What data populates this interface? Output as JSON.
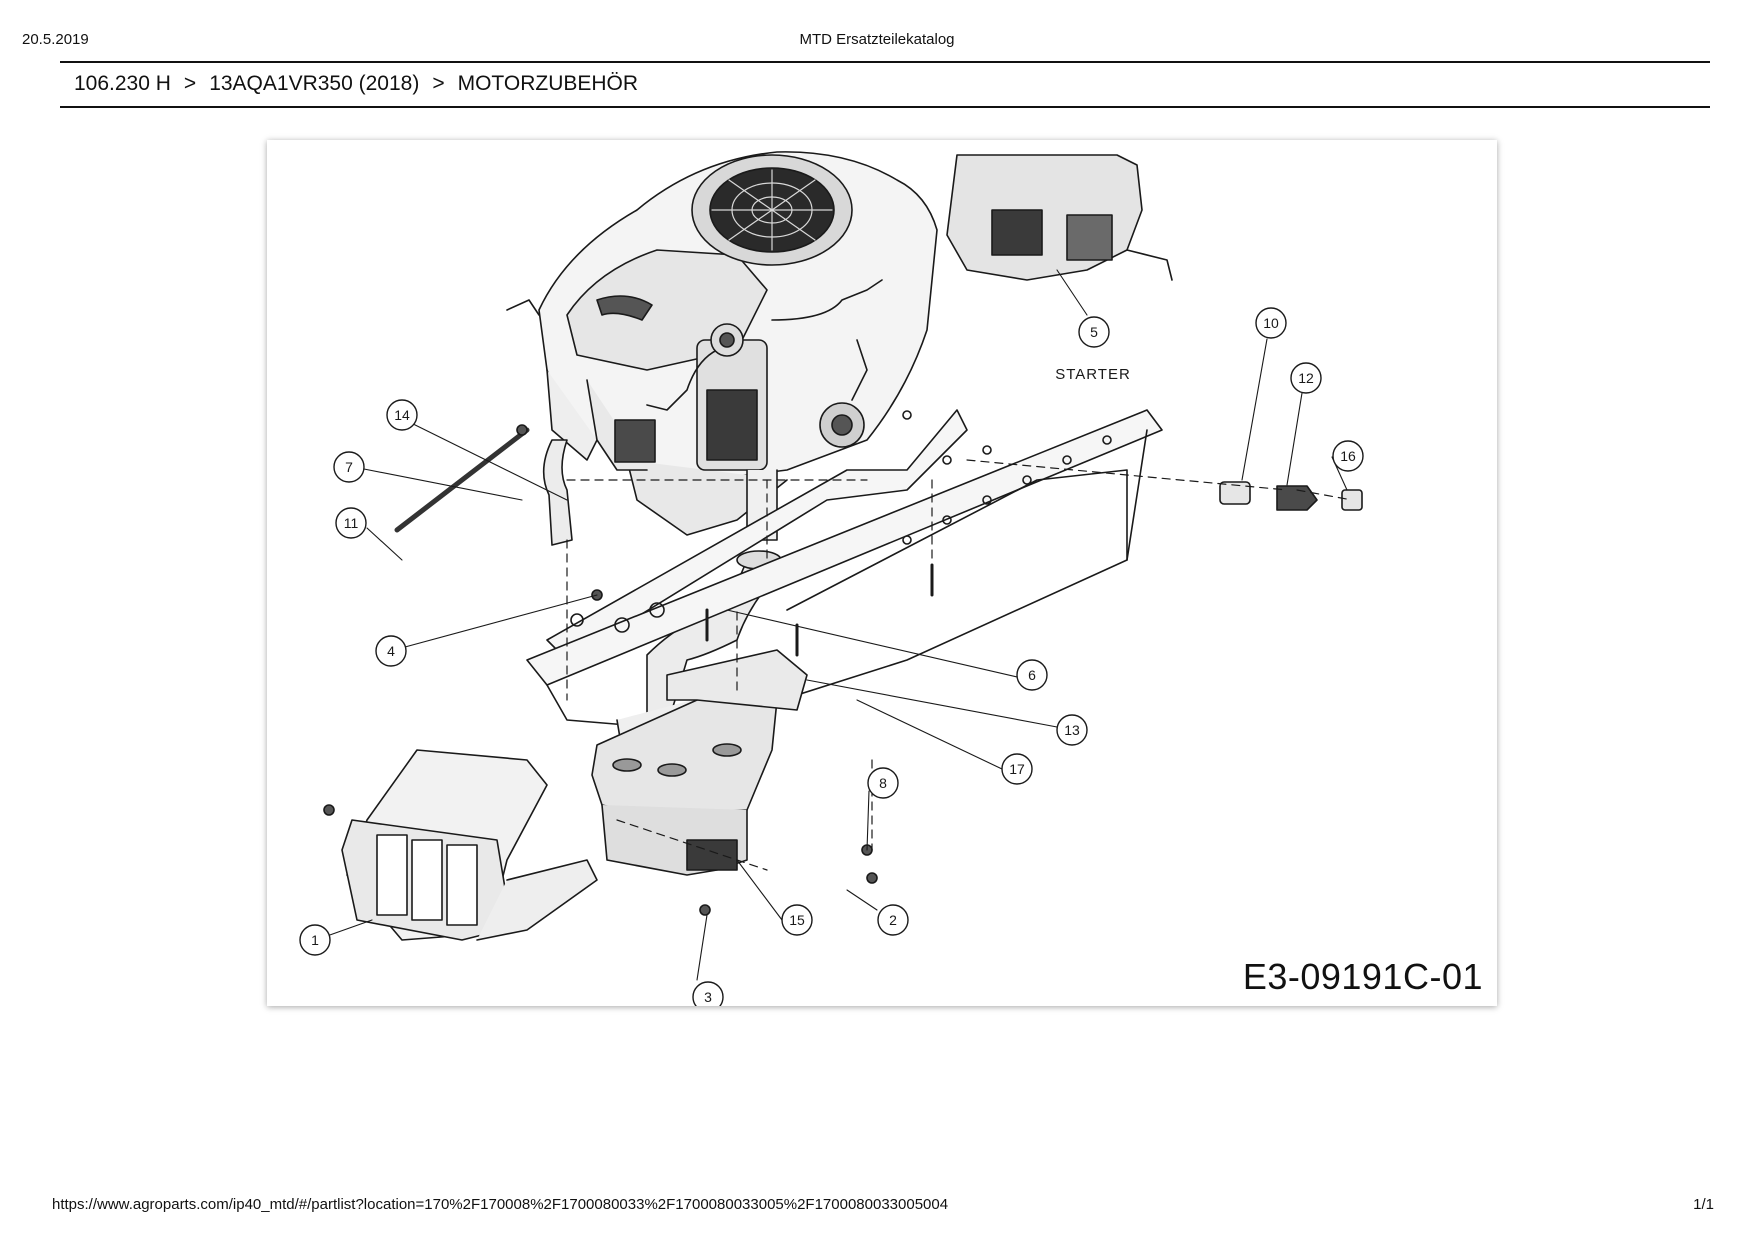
{
  "header": {
    "date": "20.5.2019",
    "title": "MTD Ersatzteilekatalog"
  },
  "breadcrumb": {
    "items": [
      "106.230 H",
      "13AQA1VR350 (2018)",
      "MOTORZUBEHÖR"
    ],
    "separator": ">"
  },
  "diagram": {
    "drawing_id": "E3-09191C-01",
    "starter_label": "STARTER",
    "callouts": [
      "1",
      "2",
      "3",
      "4",
      "5",
      "6",
      "7",
      "8",
      "10",
      "11",
      "12",
      "13",
      "14",
      "15",
      "16",
      "17"
    ]
  },
  "footer": {
    "url": "https://www.agroparts.com/ip40_mtd/#/partlist?location=170%2F170008%2F1700080033%2F1700080033005%2F1700080033005004",
    "page": "1/1"
  }
}
